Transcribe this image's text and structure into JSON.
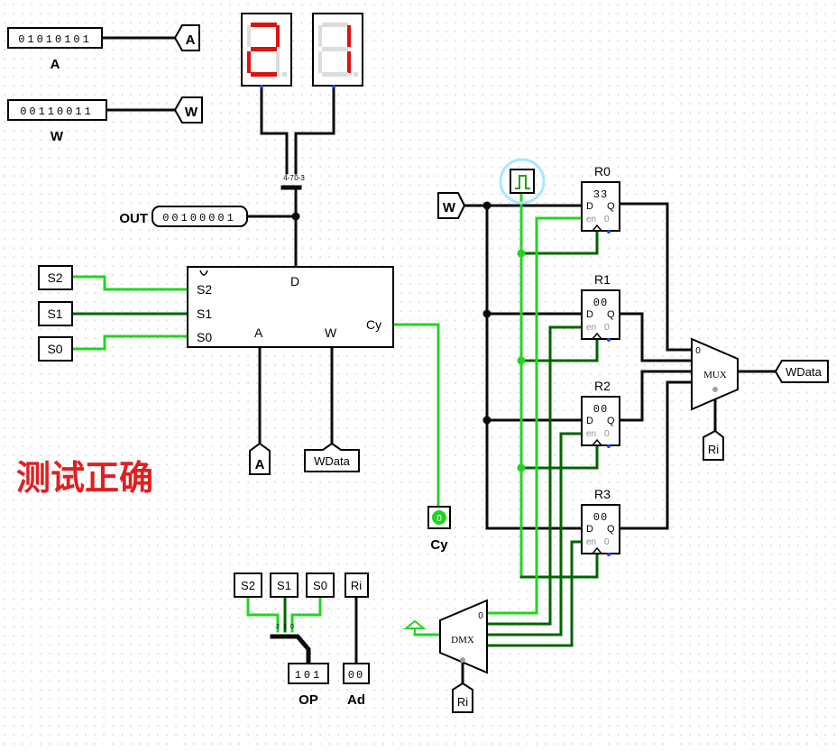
{
  "pins": {
    "a_value": "01010101",
    "a_label": "A",
    "a_tunnel": "A",
    "w_value": "00110011",
    "w_label": "W",
    "w_tunnel": "W",
    "out_label": "OUT",
    "out_value": "00100001"
  },
  "hex_display": {
    "digit_left": "2",
    "digit_right": "1"
  },
  "splitter_labels": [
    "4-7",
    "0-3"
  ],
  "alu": {
    "s2": "S2",
    "s1": "S1",
    "s0": "S0",
    "d": "D",
    "a": "A",
    "w": "W",
    "cy": "Cy",
    "in_s2": "S2",
    "in_s1": "S1",
    "in_s0": "S0",
    "a_tunnel": "A",
    "wdata_tunnel": "WData"
  },
  "status_text": "测试正确",
  "cy_probe": {
    "value": "0",
    "label": "Cy"
  },
  "control": {
    "s2": "S2",
    "s1": "S1",
    "s0": "S0",
    "ri": "Ri",
    "op_value": "101",
    "op_label": "OP",
    "ad_value": "00",
    "ad_label": "Ad",
    "split_labels": [
      "2",
      "1",
      "0"
    ]
  },
  "registers": [
    {
      "name": "R0",
      "value": "33"
    },
    {
      "name": "R1",
      "value": "00"
    },
    {
      "name": "R2",
      "value": "00"
    },
    {
      "name": "R3",
      "value": "00"
    }
  ],
  "register_pins": {
    "d": "D",
    "q": "Q",
    "en": "en",
    "zero": "0"
  },
  "w_input": "W",
  "mux": {
    "label": "MUX",
    "zero": "0",
    "sel": "Ri",
    "out": "WData"
  },
  "dmx": {
    "label": "DMX",
    "zero": "0",
    "sel": "Ri"
  },
  "colors": {
    "wire_dark": "#0b0b0b",
    "wire_on": "#22d422",
    "wire_off": "#006400",
    "seg_on": "#e01010",
    "seg_off": "#dcdcdc",
    "status": "#e02020",
    "clock_ring": "#a8e8ff"
  }
}
